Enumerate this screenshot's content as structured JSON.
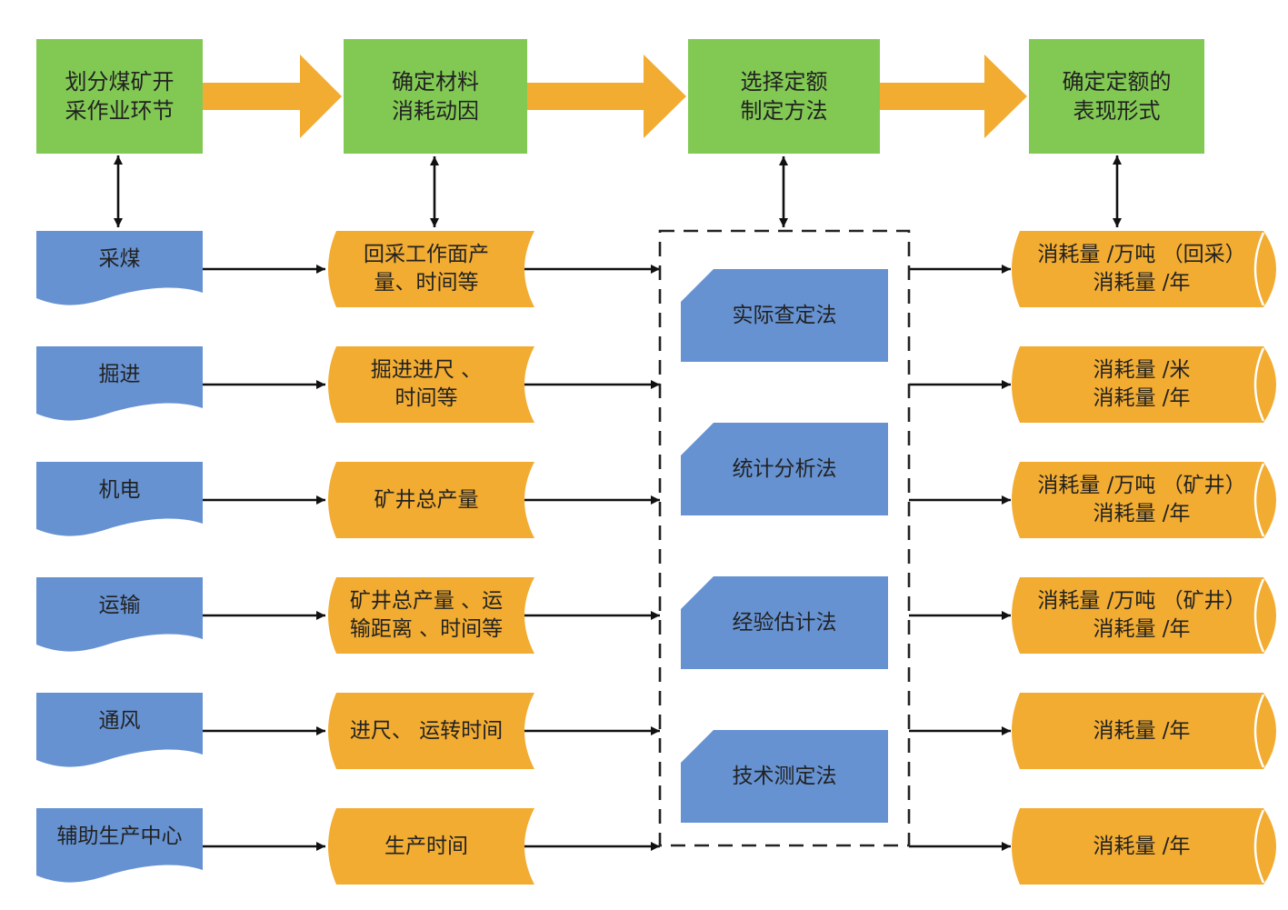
{
  "colors": {
    "green": "#82c954",
    "orange": "#f2ac31",
    "blue": "#6692d2",
    "line": "#111111"
  },
  "steps": [
    {
      "label": "划分煤矿开\n采作业环节"
    },
    {
      "label": "确定材料\n消耗动因"
    },
    {
      "label": "选择定额\n制定方法"
    },
    {
      "label": "确定定额的\n表现形式"
    }
  ],
  "activities": [
    {
      "label": "采煤"
    },
    {
      "label": "掘进"
    },
    {
      "label": "机电"
    },
    {
      "label": "运输"
    },
    {
      "label": "通风"
    },
    {
      "label": "辅助生产中心"
    }
  ],
  "drivers": [
    {
      "label": "回采工作面产\n量、时间等"
    },
    {
      "label": "掘进进尺 、\n时间等"
    },
    {
      "label": "矿井总产量"
    },
    {
      "label": "矿井总产量 、运\n输距离 、时间等"
    },
    {
      "label": "进尺、 运转时间"
    },
    {
      "label": "生产时间"
    }
  ],
  "methods": [
    {
      "label": "实际查定法"
    },
    {
      "label": "统计分析法"
    },
    {
      "label": "经验估计法"
    },
    {
      "label": "技术测定法"
    }
  ],
  "forms": [
    {
      "label": "消耗量 /万吨 （回采）\n消耗量 /年"
    },
    {
      "label": "消耗量 /米\n消耗量 /年"
    },
    {
      "label": "消耗量 /万吨 （矿井）\n消耗量 /年"
    },
    {
      "label": "消耗量 /万吨 （矿井）\n消耗量 /年"
    },
    {
      "label": "消耗量 /年"
    },
    {
      "label": "消耗量 /年"
    }
  ]
}
